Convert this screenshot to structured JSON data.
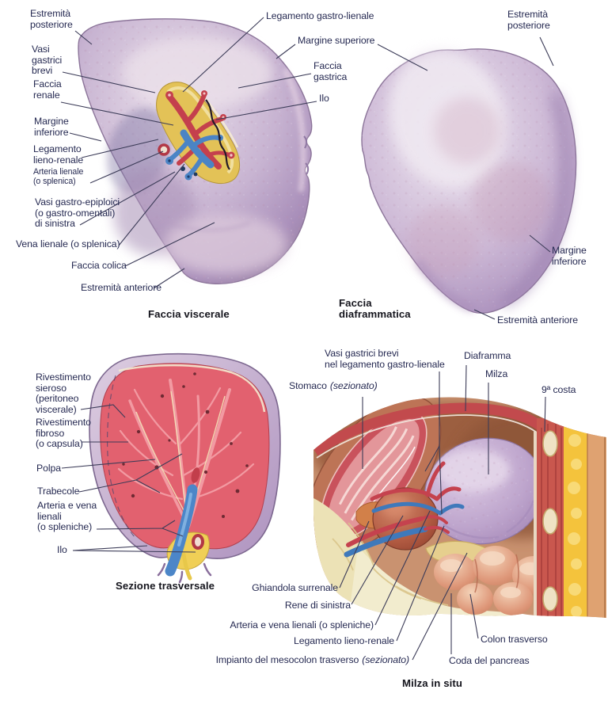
{
  "palette": {
    "label_text": "#262a52",
    "title_text": "#14141c",
    "leader_line": "#3c3c58",
    "spleen_lavender": "#c6b2d0",
    "artery_red": "#c4404d",
    "vein_blue": "#4b84c5",
    "pulp_red": "#e2616f",
    "fat_yellow": "#e3c257",
    "muscle_red": "#c9574e",
    "body_fat_yellow": "#f4c33c"
  },
  "figures": {
    "viscerale": {
      "title": "Faccia viscerale",
      "labels": {
        "estremita_posteriore": "Estremità\nposteriore",
        "vasi_gastrici_brevi": "Vasi\ngastrici\nbrevi",
        "faccia_renale": "Faccia\nrenale",
        "margine_inferiore": "Margine\ninferiore",
        "legamento_lieno_renale": "Legamento\nlieno-renale",
        "arteria_lienale": "Arteria lienale\n(o splenica)",
        "vasi_gastro_epiploici": "Vasi gastro-epiploici\n(o gastro-omentali)\ndi sinistra",
        "vena_lienale": "Vena lienale (o splenica)",
        "faccia_colica": "Faccia colica",
        "estremita_anteriore": "Estremità anteriore",
        "legamento_gastro_lienale": "Legamento gastro-lienale",
        "margine_superiore": "Margine superiore",
        "faccia_gastrica": "Faccia\ngastrica",
        "ilo": "Ilo"
      }
    },
    "diaframmatica": {
      "title": "Faccia\ndiaframmatica",
      "labels": {
        "estremita_posteriore": "Estremità\nposteriore",
        "margine_inferiore": "Margine\ninferiore",
        "estremita_anteriore": "Estremità anteriore"
      }
    },
    "sezione": {
      "title": "Sezione trasversale",
      "labels": {
        "rivestimento_sieroso": "Rivestimento\nsieroso\n(peritoneo\nviscerale)",
        "rivestimento_fibroso": "Rivestimento\nfibroso\n(o capsula)",
        "polpa": "Polpa",
        "trabecole": "Trabecole",
        "arteria_vena": "Arteria e vena\nlienali\n(o spleniche)",
        "ilo": "Ilo"
      }
    },
    "in_situ": {
      "title": "Milza in situ",
      "labels": {
        "vasi_gastrici": "Vasi gastrici brevi\nnel legamento gastro-lienale",
        "stomaco": {
          "text": "Stomaco",
          "italic": "(sezionato)"
        },
        "diaframma": "Diaframma",
        "milza": "Milza",
        "nona_costa": "9ª costa",
        "ghiandola_surrenale": "Ghiandola surrenale",
        "rene": "Rene di sinistra",
        "arteria_vena": "Arteria e vena lienali (o spleniche)",
        "legamento_lieno_renale": "Legamento lieno-renale",
        "impianto": {
          "text": "Impianto del mesocolon trasverso",
          "italic": "(sezionato)"
        },
        "colon": "Colon trasverso",
        "coda_pancreas": "Coda del pancreas"
      }
    }
  }
}
